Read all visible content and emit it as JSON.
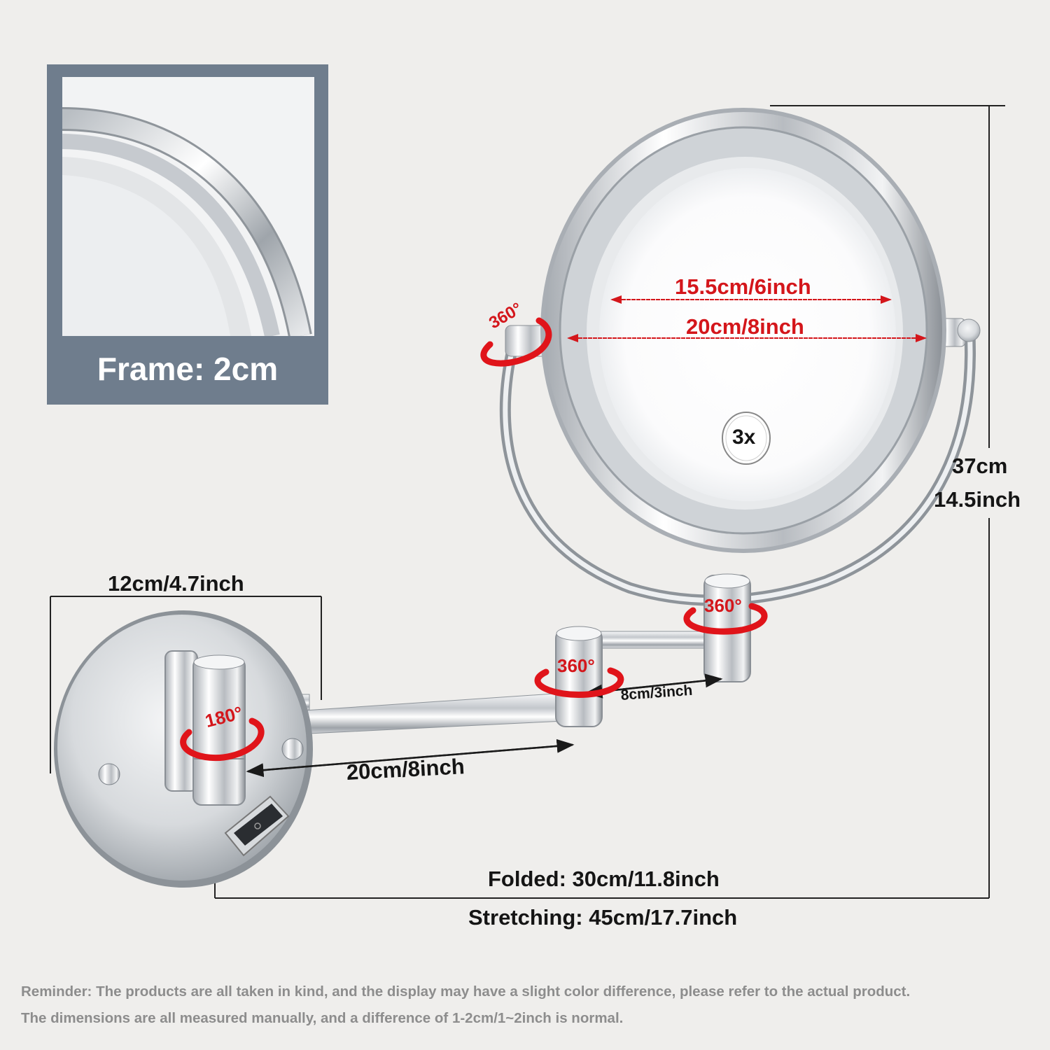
{
  "inset": {
    "caption": "Frame: 2cm"
  },
  "mirror": {
    "inner_diameter": "15.5cm/6inch",
    "outer_diameter": "20cm/8inch",
    "magnification_badge": "3x"
  },
  "dimensions": {
    "height_cm": "37cm",
    "height_inch": "14.5inch",
    "base_width": "12cm/4.7inch",
    "short_arm": "8cm/3inch",
    "long_arm": "20cm/8inch",
    "folded": "Folded: 30cm/11.8inch",
    "stretching": "Stretching: 45cm/17.7inch"
  },
  "rotation": {
    "mirror_pivot": "360°",
    "upper_joint": "360°",
    "middle_joint": "360°",
    "base_joint": "180°"
  },
  "reminder": {
    "line1": "Reminder: The products are all taken in kind, and the display may have a slight color difference, please refer to the actual product.",
    "line2": "The dimensions are all measured manually, and a difference of 1-2cm/1~2inch is normal."
  },
  "colors": {
    "background": "#efeeec",
    "inset_frame": "#6f7d8d",
    "rotation_arrow": "#e0141a",
    "chrome": "#c9cdd2"
  },
  "icons": [
    "rotation-arrow-icon",
    "dimension-arrow-icon",
    "rocker-switch-icon"
  ]
}
